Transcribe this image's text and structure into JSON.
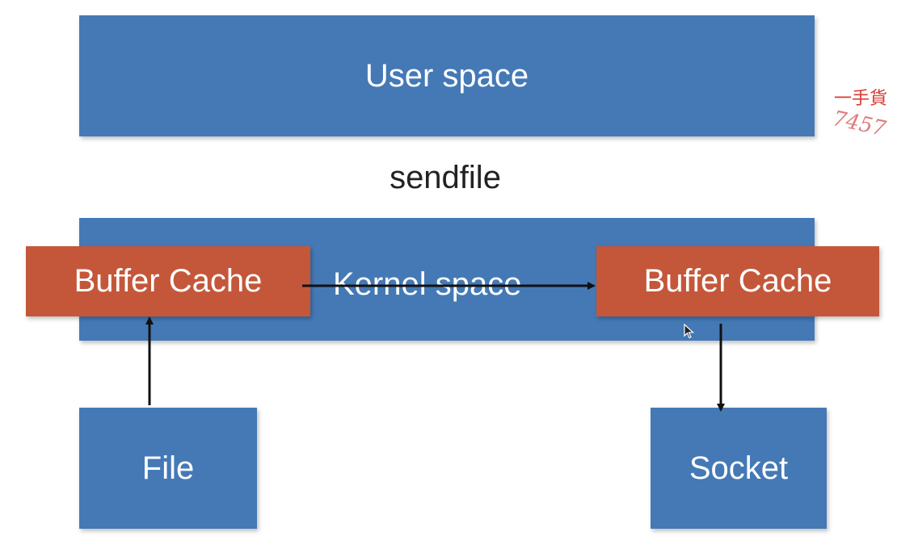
{
  "diagram": {
    "user_space_label": "User space",
    "sendfile_label": "sendfile",
    "kernel_space_label": "Kernel space",
    "buffer_cache_left_label": "Buffer Cache",
    "buffer_cache_right_label": "Buffer Cache",
    "file_label": "File",
    "socket_label": "Socket"
  },
  "watermark": {
    "line1": "一手貨",
    "line2": "7457"
  },
  "colors": {
    "box_blue": "#4479b6",
    "box_red": "#c4573a",
    "arrow": "#111111",
    "watermark_red": "#d83a34"
  }
}
